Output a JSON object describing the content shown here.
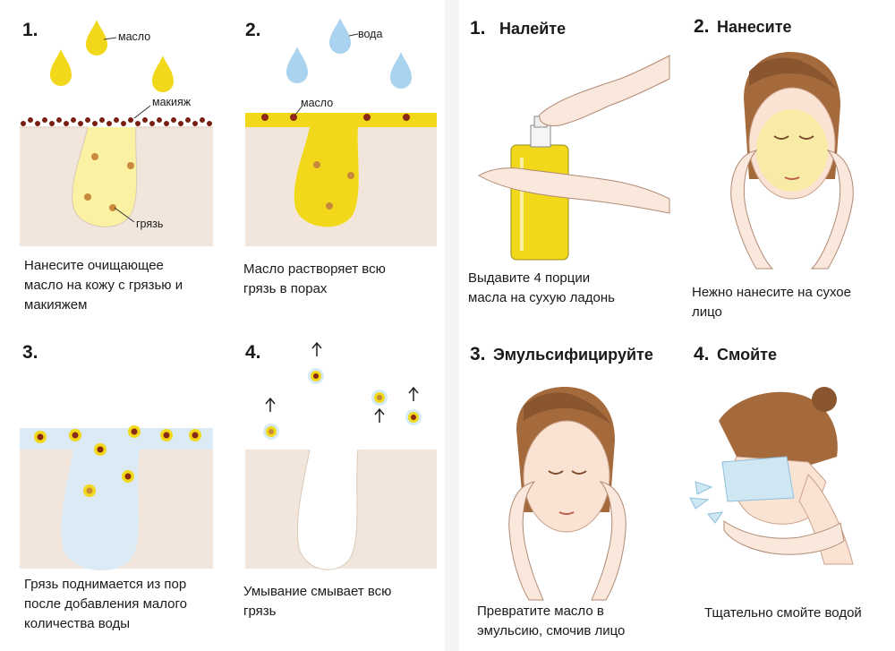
{
  "left": {
    "p1": {
      "num": "1.",
      "oil": "масло",
      "makeup": "макияж",
      "dirt": "грязь",
      "caption": [
        "Нанесите очищающее",
        "масло на кожу с грязью и",
        "макияжем"
      ]
    },
    "p2": {
      "num": "2.",
      "water": "вода",
      "oil": "масло",
      "caption": [
        "Масло растворяет всю",
        "грязь в порах"
      ]
    },
    "p3": {
      "num": "3.",
      "caption": [
        "Грязь поднимается из пор",
        "после добавления малого",
        "количества воды"
      ]
    },
    "p4": {
      "num": "4.",
      "caption": [
        "Умывание смывает всю",
        "грязь"
      ]
    }
  },
  "right": {
    "p1": {
      "num": "1.",
      "title": "Налейте",
      "caption": [
        "Выдавите 4 порции",
        "масла на сухую ладонь"
      ]
    },
    "p2": {
      "num": "2.",
      "title": "Нанесите",
      "caption": [
        "Нежно нанесите на сухое",
        "лицо"
      ]
    },
    "p3": {
      "num": "3.",
      "title": "Эмульсифицируйте",
      "caption": [
        "Превратите масло в",
        "эмульсию, смочив лицо"
      ]
    },
    "p4": {
      "num": "4.",
      "title": "Смойте",
      "caption": [
        "Тщательно смойте водой"
      ]
    }
  },
  "colors": {
    "skin": "#f2e6dc",
    "oil": "#f1d81a",
    "water": "#cfe6f3",
    "dirt": "#8a2a14",
    "makeup": "#7a1f10"
  }
}
